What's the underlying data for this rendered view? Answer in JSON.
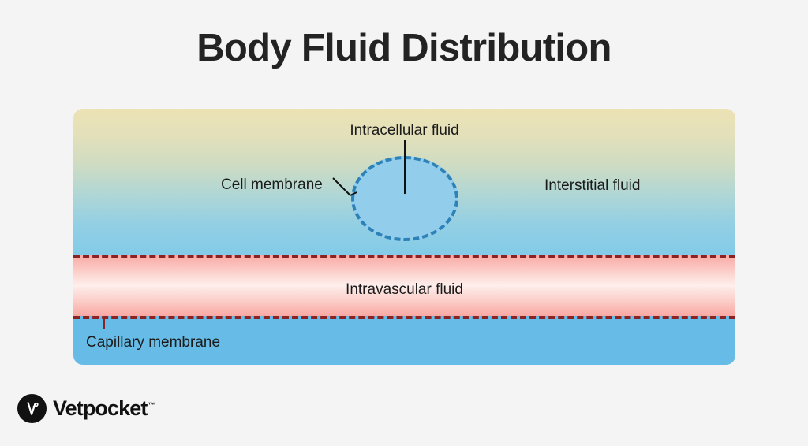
{
  "page": {
    "title": "Body Fluid Distribution",
    "background_color": "#f4f4f4"
  },
  "diagram": {
    "type": "labelled-anatomical-diagram",
    "subject": "Body fluid compartments",
    "compartments": [
      {
        "id": "interstitial",
        "label": "Interstitial fluid",
        "gradient_from": "#ece3b4",
        "gradient_to": "#83cbe8"
      },
      {
        "id": "intravascular",
        "label": "Intravascular fluid",
        "gradient_edge": "#f9a8a3",
        "gradient_center": "#fdefec"
      },
      {
        "id": "extravascular-base",
        "label": "",
        "color": "#66bce6"
      }
    ],
    "labels": {
      "intracellular_fluid": "Intracellular fluid",
      "cell_membrane": "Cell membrane",
      "interstitial_fluid": "Interstitial fluid",
      "intravascular_fluid": "Intravascular fluid",
      "capillary_membrane": "Capillary membrane"
    },
    "cell": {
      "fill_color": "#93cdec",
      "border_color": "#2d82b8",
      "border_style": "dashed"
    },
    "capillary_membrane": {
      "line_color": "#8d2222",
      "line_style": "dashed",
      "count": 2
    }
  },
  "brand": {
    "name": "Vetpocket",
    "trademark": "™",
    "mark_color": "#111111"
  }
}
